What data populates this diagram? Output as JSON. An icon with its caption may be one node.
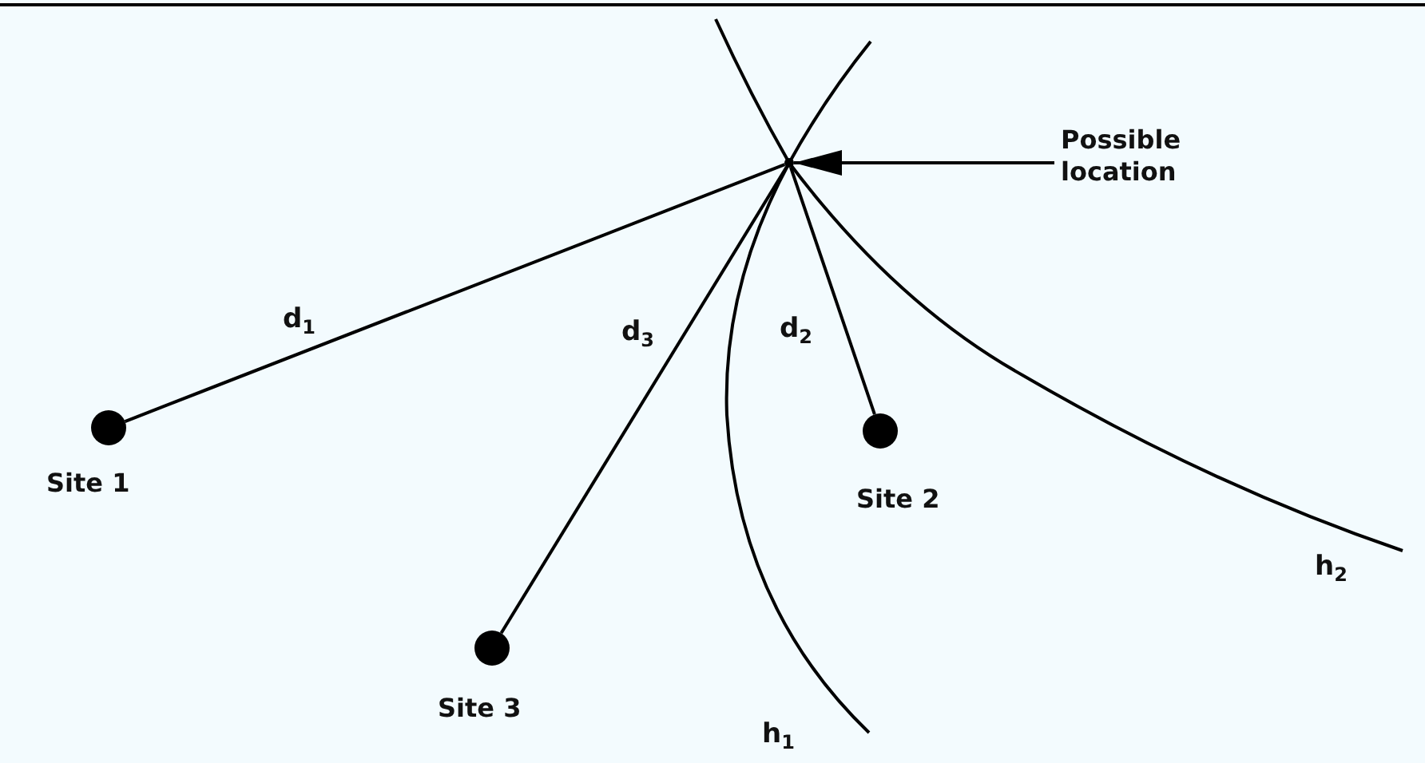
{
  "diagram": {
    "nodes": [
      {
        "text": [
          "Possible location"
        ]
      },
      {
        "text": [],
        "shape": "circle",
        "beside": [
          "Site 1"
        ]
      },
      {
        "text": [],
        "shape": "circle",
        "beside": [
          "Site 2"
        ]
      },
      {
        "text": [],
        "shape": "circle",
        "beside": [
          "Site 3"
        ]
      },
      {
        "text": [],
        "shape": "point"
      }
    ],
    "edges": [
      {
        "from": 0,
        "to": 4,
        "arrow": "to"
      },
      {
        "from": 4,
        "to": 1,
        "arrow": "none",
        "label": "d$_{1}$"
      },
      {
        "from": 4,
        "to": 2,
        "arrow": "none",
        "label": "d$_{2}$"
      },
      {
        "from": 4,
        "to": 3,
        "arrow": "none",
        "label": "d$_{3}$"
      }
    ],
    "labels": [
      "h$_{2}$",
      "h$_{1}$"
    ]
  }
}
